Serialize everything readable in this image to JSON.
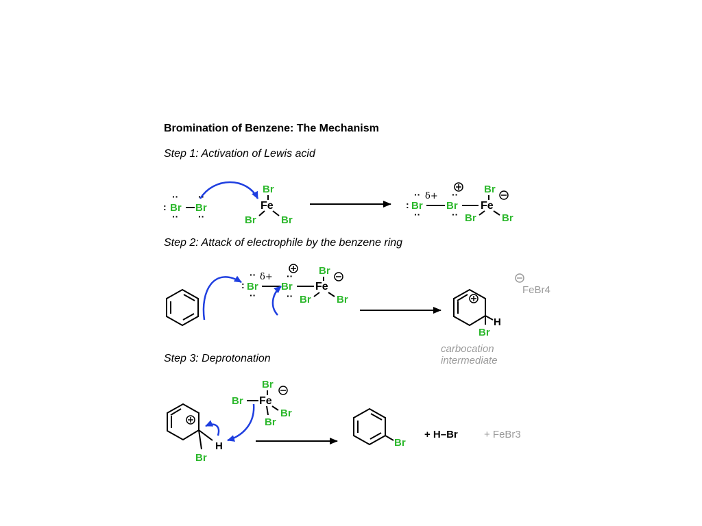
{
  "title": "Bromination of Benzene: The Mechanism",
  "steps": {
    "s1": "Step 1: Activation of Lewis acid",
    "s2": "Step 2: Attack of electrophile by the benzene ring",
    "s3": "Step 3: Deprotonation"
  },
  "labels": {
    "br": "Br",
    "fe": "Fe",
    "h": "H",
    "delta_plus": "δ+",
    "febr4_counter": "FeBr4",
    "carbocation_line1": "carbocation",
    "carbocation_line2": "intermediate",
    "plus_hbr": "+ H–Br",
    "plus_febr3": "+ FeBr3"
  },
  "colors": {
    "bromine": "#2db82d",
    "curly_arrow": "#1f3fe0",
    "byproduct_gray": "#9a9a9a"
  }
}
